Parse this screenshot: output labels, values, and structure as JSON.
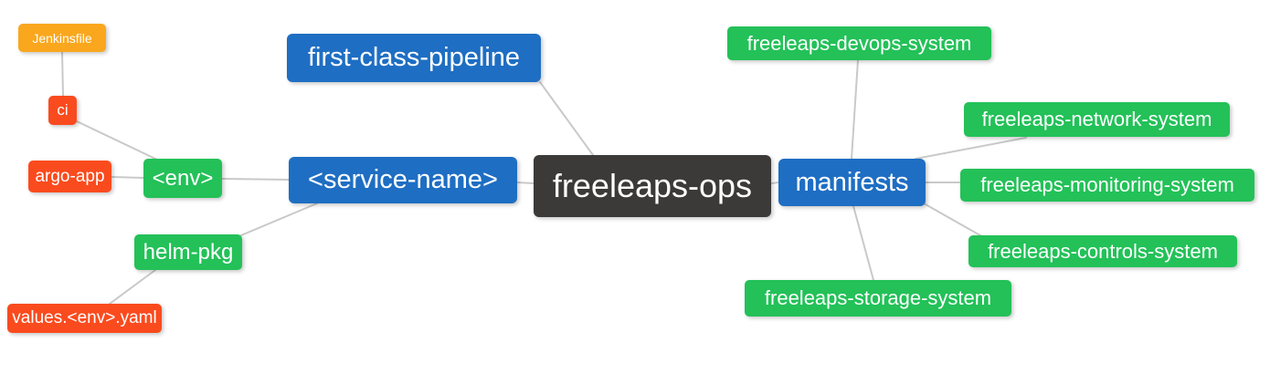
{
  "diagram": {
    "type": "mindmap",
    "background": "#ffffff",
    "root_label": "freeleaps-ops"
  },
  "palette": {
    "root_bg": "#3c3939",
    "branch_bg": "#1e6ec3",
    "topic_green_bg": "#23c158",
    "topic_red_bg": "#fa4b1e",
    "topic_orange_bg": "#faa71e",
    "node_text": "#ffffff",
    "edge_line": "#c9c9c9"
  },
  "nodes": {
    "freeleaps_ops": {
      "label": "freeleaps-ops"
    },
    "first_class_pipeline": {
      "label": "first-class-pipeline"
    },
    "service_name": {
      "label": "<service-name>"
    },
    "env": {
      "label": "<env>"
    },
    "ci": {
      "label": "ci"
    },
    "jenkinsfile": {
      "label": "Jenkinsfile"
    },
    "argo_app": {
      "label": "argo-app"
    },
    "helm_pkg": {
      "label": "helm-pkg"
    },
    "values_env_yaml": {
      "label": "values.<env>.yaml"
    },
    "manifests": {
      "label": "manifests"
    },
    "devops_system": {
      "label": "freeleaps-devops-system"
    },
    "network_system": {
      "label": "freeleaps-network-system"
    },
    "monitoring_system": {
      "label": "freeleaps-monitoring-system"
    },
    "controls_system": {
      "label": "freeleaps-controls-system"
    },
    "storage_system": {
      "label": "freeleaps-storage-system"
    }
  },
  "edges": [
    {
      "from": "jenkinsfile",
      "to": "ci"
    },
    {
      "from": "ci",
      "to": "env"
    },
    {
      "from": "argo_app",
      "to": "env"
    },
    {
      "from": "env",
      "to": "service_name"
    },
    {
      "from": "service_name",
      "to": "helm_pkg"
    },
    {
      "from": "helm_pkg",
      "to": "values_env_yaml"
    },
    {
      "from": "first_class_pipeline",
      "to": "freeleaps_ops"
    },
    {
      "from": "service_name",
      "to": "freeleaps_ops"
    },
    {
      "from": "freeleaps_ops",
      "to": "manifests"
    },
    {
      "from": "manifests",
      "to": "devops_system"
    },
    {
      "from": "manifests",
      "to": "network_system"
    },
    {
      "from": "manifests",
      "to": "monitoring_system"
    },
    {
      "from": "manifests",
      "to": "controls_system"
    },
    {
      "from": "manifests",
      "to": "storage_system"
    }
  ]
}
